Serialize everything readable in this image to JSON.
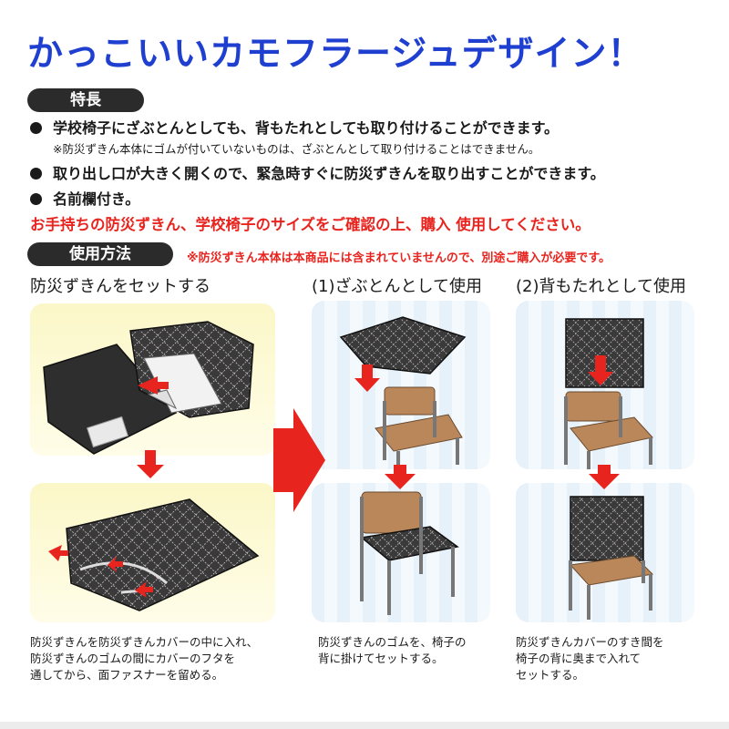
{
  "title": "かっこいいカモフラージュデザイン！",
  "features": {
    "heading": "特長",
    "items": [
      "学校椅子にざぶとんとしても、背もたれとしても取り付けることができます。",
      "取り出し口が大きく開くので、緊急時すぐに防災ずきんを取り出すことができます。",
      "名前欄付き。"
    ],
    "note": "※防災ずきん本体にゴムが付いていないものは、ざぶとんとして取り付けることはできません。",
    "warning": "お手持ちの防災ずきん、学校椅子のサイズをご確認の上、購入  使用してください。"
  },
  "usage": {
    "heading": "使用方法",
    "note": "※防災ずきん本体は本商品には含まれていませんので、別途ご購入が必要です。",
    "steps": [
      {
        "title": "防災ずきんをセットする",
        "caption": [
          "防災ずきんを防災ずきんカバーの中に入れ、",
          "防災ずきんのゴムの間にカバーのフタを",
          "通してから、面ファスナーを留める。"
        ]
      },
      {
        "title": "(1)ざぶとんとして使用",
        "caption": [
          "防災ずきんのゴムを、椅子の",
          "背に掛けてセットする。"
        ]
      },
      {
        "title": "(2)背もたれとして使用",
        "caption": [
          "防災ずきんカバーのすき間を",
          "椅子の背に奥まで入れて",
          "セットする。"
        ]
      }
    ]
  },
  "colors": {
    "title_blue": "#1f3fd0",
    "warning_red": "#e8241f",
    "arrow_red": "#e8241f",
    "cover_dark": "#3a3a3a",
    "chair_wood": "#b9875a"
  }
}
